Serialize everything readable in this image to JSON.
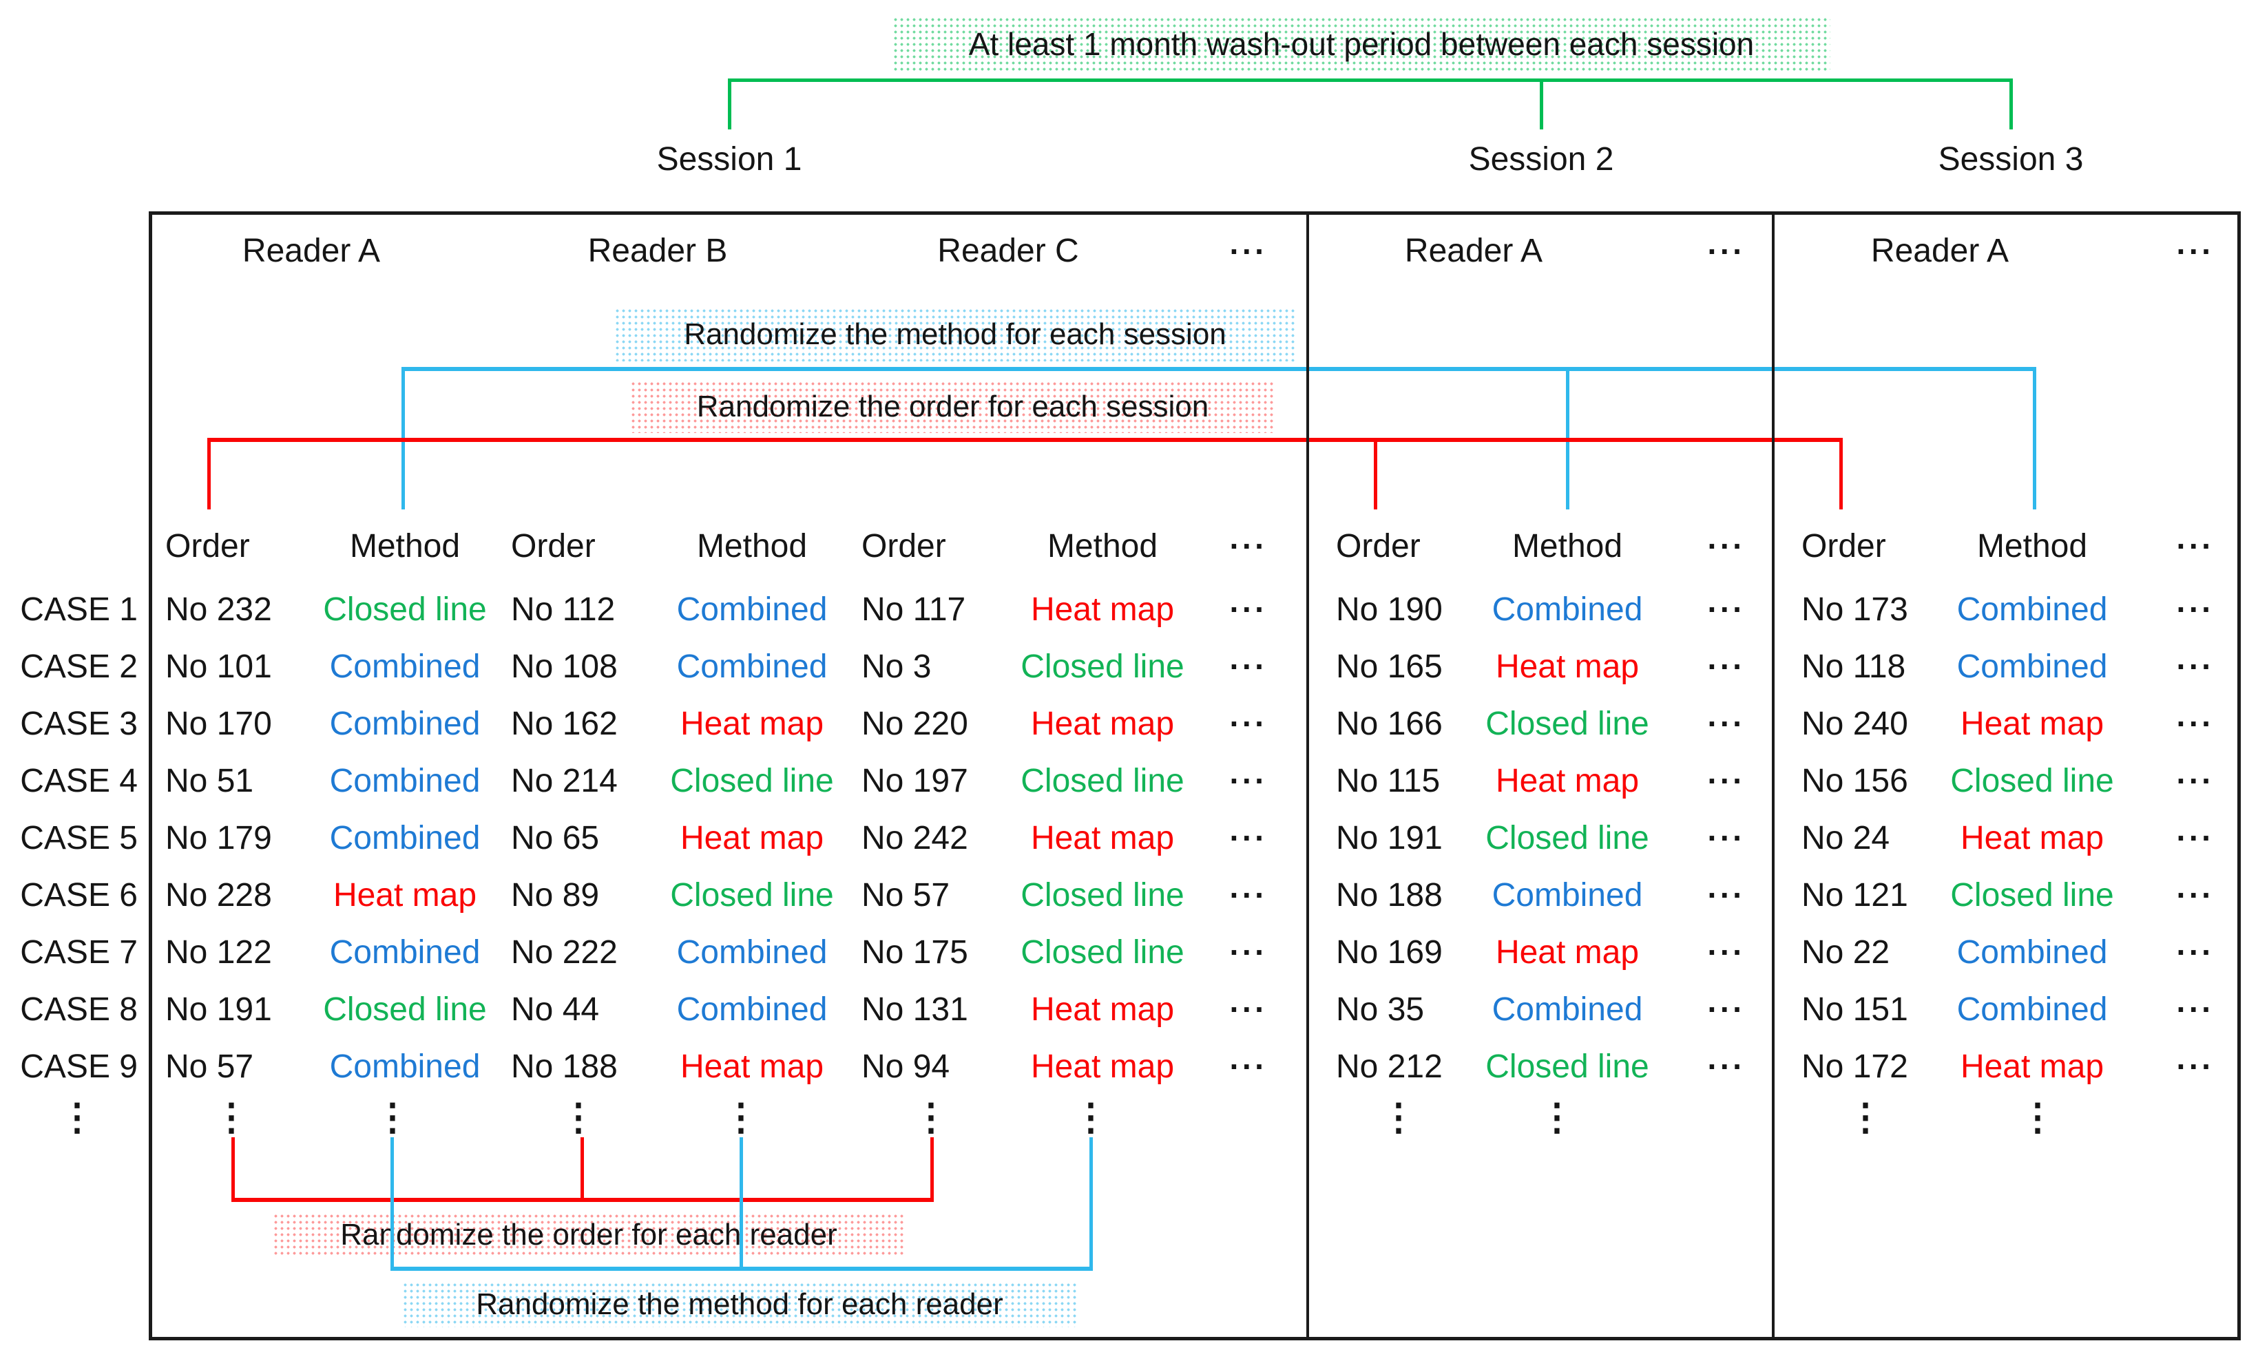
{
  "title_banner": "At least 1 month wash-out period between each session",
  "session_banners": {
    "method": "Randomize the method for each session",
    "order": "Randomize the order for each session"
  },
  "reader_banners": {
    "order": "Randomize the order for each reader",
    "method": "Randomize the method for each reader"
  },
  "sessions": [
    {
      "label": "Session 1"
    },
    {
      "label": "Session 2"
    },
    {
      "label": "Session 3"
    }
  ],
  "readers": {
    "session1": [
      "Reader A",
      "Reader B",
      "Reader C"
    ],
    "session2": [
      "Reader A"
    ],
    "session3": [
      "Reader A"
    ]
  },
  "column_headers": {
    "order": "Order",
    "method": "Method"
  },
  "ellipsis": "···",
  "vdots": "⋮",
  "rows": [
    {
      "case": "CASE 1",
      "s1": [
        {
          "no": "No 232",
          "m": "Closed line"
        },
        {
          "no": "No 112",
          "m": "Combined"
        },
        {
          "no": "No 117",
          "m": "Heat map"
        }
      ],
      "s2": {
        "no": "No 190",
        "m": "Combined"
      },
      "s3": {
        "no": "No 173",
        "m": "Combined"
      }
    },
    {
      "case": "CASE 2",
      "s1": [
        {
          "no": "No 101",
          "m": "Combined"
        },
        {
          "no": "No 108",
          "m": "Combined"
        },
        {
          "no": "No 3",
          "m": "Closed line"
        }
      ],
      "s2": {
        "no": "No 165",
        "m": "Heat map"
      },
      "s3": {
        "no": "No 118",
        "m": "Combined"
      }
    },
    {
      "case": "CASE 3",
      "s1": [
        {
          "no": "No 170",
          "m": "Combined"
        },
        {
          "no": "No 162",
          "m": "Heat map"
        },
        {
          "no": "No 220",
          "m": "Heat map"
        }
      ],
      "s2": {
        "no": "No 166",
        "m": "Closed line"
      },
      "s3": {
        "no": "No 240",
        "m": "Heat map"
      }
    },
    {
      "case": "CASE 4",
      "s1": [
        {
          "no": "No 51",
          "m": "Combined"
        },
        {
          "no": "No 214",
          "m": "Closed line"
        },
        {
          "no": "No 197",
          "m": "Closed line"
        }
      ],
      "s2": {
        "no": "No 115",
        "m": "Heat map"
      },
      "s3": {
        "no": "No 156",
        "m": "Closed line"
      }
    },
    {
      "case": "CASE 5",
      "s1": [
        {
          "no": "No 179",
          "m": "Combined"
        },
        {
          "no": "No 65",
          "m": "Heat map"
        },
        {
          "no": "No 242",
          "m": "Heat map"
        }
      ],
      "s2": {
        "no": "No 191",
        "m": "Closed line"
      },
      "s3": {
        "no": "No 24",
        "m": "Heat map"
      }
    },
    {
      "case": "CASE 6",
      "s1": [
        {
          "no": "No 228",
          "m": "Heat map"
        },
        {
          "no": "No 89",
          "m": "Closed line"
        },
        {
          "no": "No 57",
          "m": "Closed line"
        }
      ],
      "s2": {
        "no": "No 188",
        "m": "Combined"
      },
      "s3": {
        "no": "No 121",
        "m": "Closed line"
      }
    },
    {
      "case": "CASE 7",
      "s1": [
        {
          "no": "No 122",
          "m": "Combined"
        },
        {
          "no": "No 222",
          "m": "Combined"
        },
        {
          "no": "No 175",
          "m": "Closed line"
        }
      ],
      "s2": {
        "no": "No 169",
        "m": "Heat map"
      },
      "s3": {
        "no": "No 22",
        "m": "Combined"
      }
    },
    {
      "case": "CASE 8",
      "s1": [
        {
          "no": "No 191",
          "m": "Closed line"
        },
        {
          "no": "No 44",
          "m": "Combined"
        },
        {
          "no": "No 131",
          "m": "Heat map"
        }
      ],
      "s2": {
        "no": "No 35",
        "m": "Combined"
      },
      "s3": {
        "no": "No 151",
        "m": "Combined"
      }
    },
    {
      "case": "CASE 9",
      "s1": [
        {
          "no": "No 57",
          "m": "Combined"
        },
        {
          "no": "No 188",
          "m": "Heat map"
        },
        {
          "no": "No 94",
          "m": "Heat map"
        }
      ],
      "s2": {
        "no": "No 212",
        "m": "Closed line"
      },
      "s3": {
        "no": "No 172",
        "m": "Heat map"
      }
    }
  ],
  "method_colors": {
    "Combined": "#1e7ad4",
    "Heat map": "#fa0505",
    "Closed line": "#12b356"
  },
  "colors": {
    "green": "#00bd53",
    "cyan": "#2fb8ec",
    "red": "#fa0505",
    "ink": "#151515",
    "border": "#1b1b1b"
  }
}
